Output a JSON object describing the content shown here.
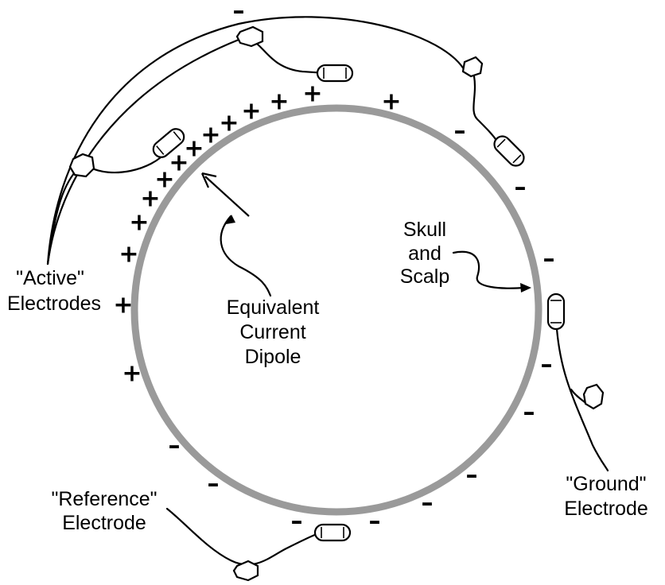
{
  "labels": {
    "active": [
      "\"Active\"",
      "Electrodes"
    ],
    "dipole": [
      "Equivalent",
      "Current",
      "Dipole"
    ],
    "skull": [
      "Skull",
      "and",
      "Scalp"
    ],
    "ground": [
      "\"Ground\"",
      "Electrode"
    ],
    "reference": [
      "\"Reference\"",
      "Electrode"
    ]
  },
  "signs": {
    "plus": "+",
    "minus": "–"
  },
  "colors": {
    "skull_ring": "#9a9a9a",
    "ink": "#000000"
  }
}
